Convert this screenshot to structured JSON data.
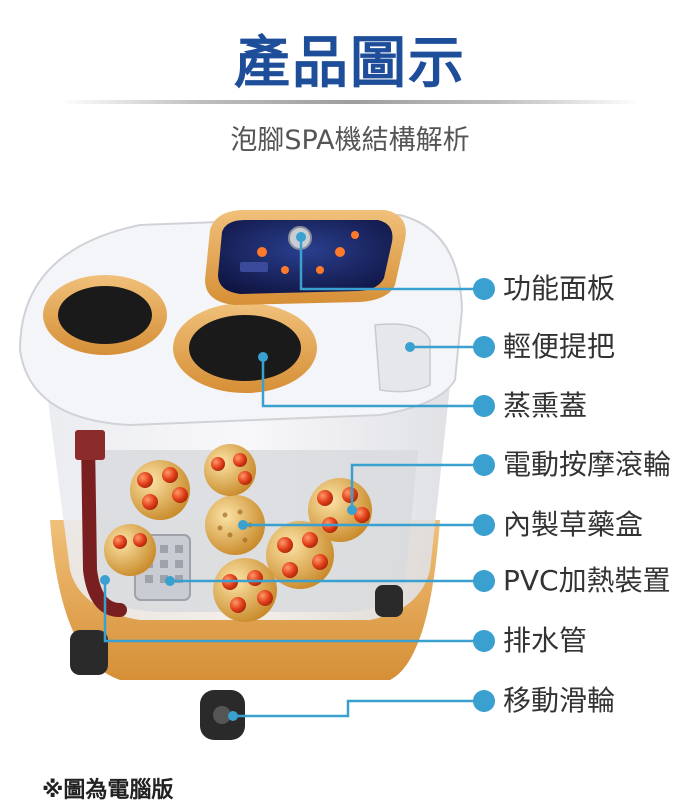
{
  "header": {
    "title": "產品圖示",
    "subtitle": "泡腳SPA機結構解析"
  },
  "callouts": [
    {
      "label": "功能面板"
    },
    {
      "label": "輕便提把"
    },
    {
      "label": "蒸熏蓋"
    },
    {
      "label": "電動按摩滾輪"
    },
    {
      "label": "內製草藥盒"
    },
    {
      "label": "PVC加熱裝置"
    },
    {
      "label": "排水管"
    },
    {
      "label": "移動滑輪"
    }
  ],
  "footer": {
    "note": "※圖為電腦版"
  },
  "colors": {
    "title": "#1e4d9a",
    "callout_line": "#3aa0d0",
    "accent_gold": "#e0a34a",
    "roller_red": "#e0401e"
  }
}
